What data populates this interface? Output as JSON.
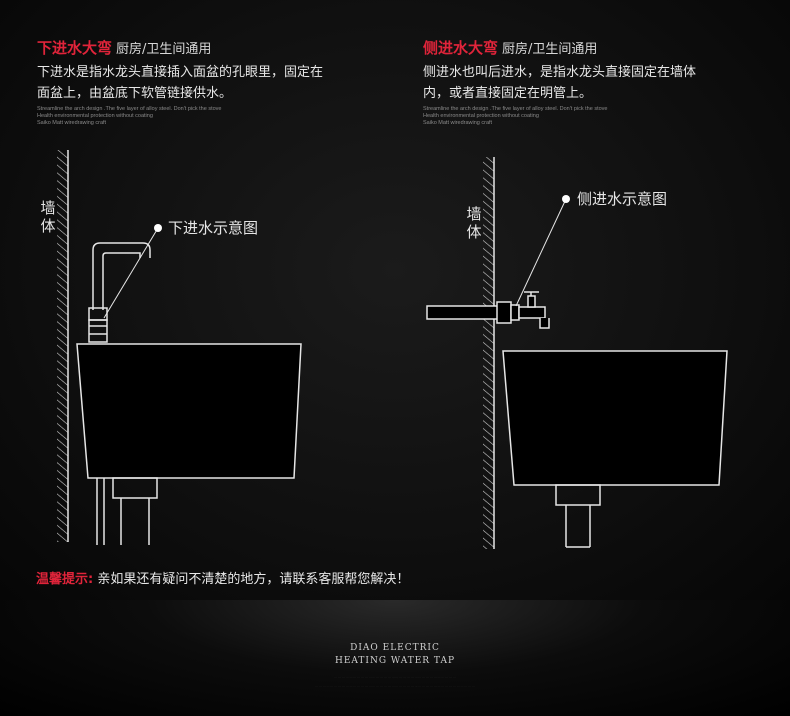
{
  "left": {
    "title_accent": "下进水大弯",
    "title_sub": "厨房/卫生间通用",
    "desc_line1": "下进水是指水龙头直接插入面盆的孔眼里，固定在",
    "desc_line2": "面盆上，由盆底下软管链接供水。",
    "eng_line1": "Streamline the arch design .The five layer of alloy steel. Don't pick the stove",
    "eng_line2": "Health environmental protection without coating",
    "eng_line3": "Saiko Matt wiredrawing craft",
    "wall_char1": "墙",
    "wall_char2": "体",
    "callout": "下进水示意图"
  },
  "right": {
    "title_accent": "侧进水大弯",
    "title_sub": "厨房/卫生间通用",
    "desc_line1": "侧进水也叫后进水，是指水龙头直接固定在墙体",
    "desc_line2": "内，或者直接固定在明管上。",
    "eng_line1": "Streamline the arch design .The five layer of alloy steel. Don't pick the stove",
    "eng_line2": "Health environmental protection without coating",
    "eng_line3": "Saiko Matt wiredrawing craft",
    "wall_char1": "墙",
    "wall_char2": "体",
    "callout": "侧进水示意图"
  },
  "tip": {
    "label": "温馨提示:",
    "text": "亲如果还有疑问不清楚的地方，请联系客服帮您解决！"
  },
  "footer": {
    "brand_line1": "DIAO ELECTRIC",
    "brand_line2": "HEATING WATER TAP"
  },
  "colors": {
    "accent": "#e0243a",
    "line": "#e6e6e6",
    "background": "#000000"
  }
}
